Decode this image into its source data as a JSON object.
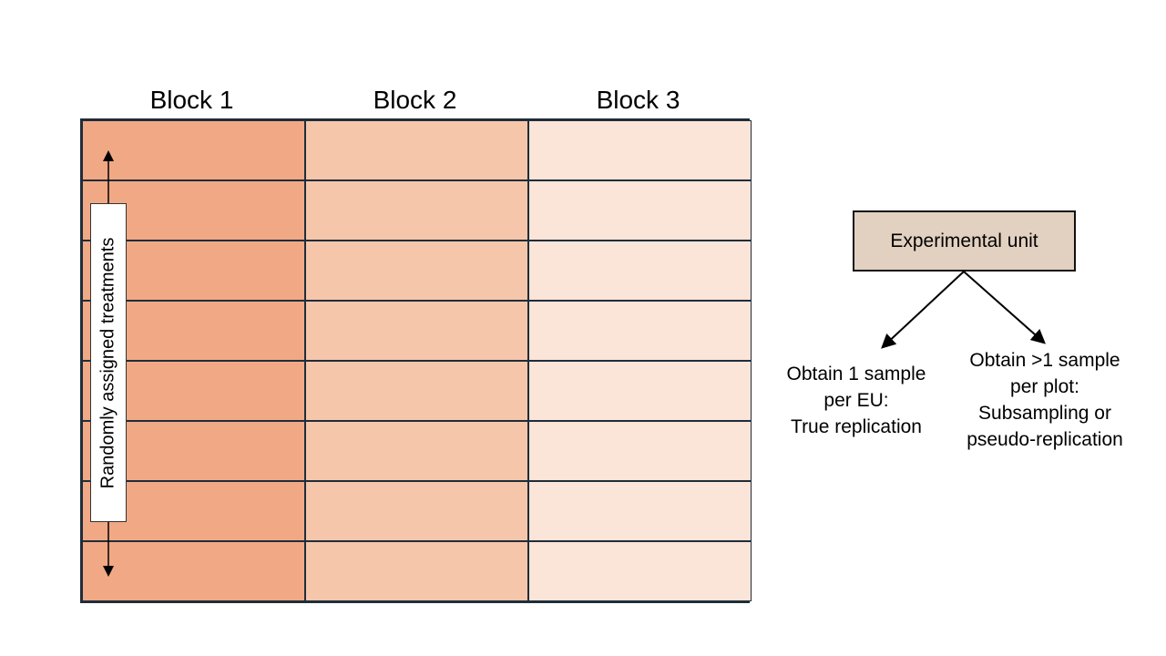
{
  "blocks": [
    {
      "label": "Block 1",
      "color": "#f1a985"
    },
    {
      "label": "Block 2",
      "color": "#f6c6ab"
    },
    {
      "label": "Block 3",
      "color": "#fbe4d8"
    }
  ],
  "rows_per_block": 8,
  "vertical_label": "Randomly assigned treatments",
  "experimental_unit": "Experimental unit",
  "outcome_left": {
    "lines": [
      "Obtain 1 sample",
      "per EU:",
      "True replication"
    ]
  },
  "outcome_right": {
    "lines": [
      "Obtain >1 sample",
      "per plot:",
      "Subsampling or",
      "pseudo-replication"
    ]
  }
}
